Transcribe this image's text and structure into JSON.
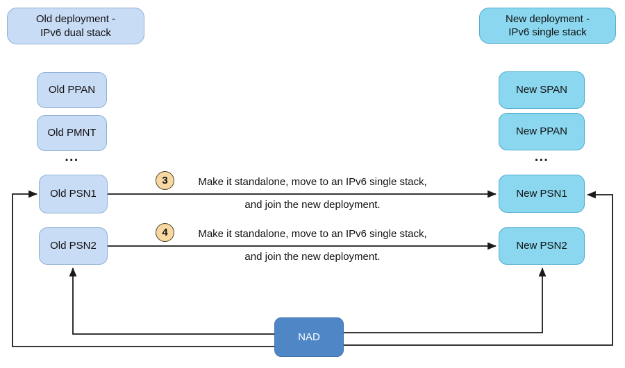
{
  "old_deployment": {
    "title_line1": "Old deployment -",
    "title_line2": "IPv6 dual stack",
    "ppan": "Old PPAN",
    "pmnt": "Old PMNT",
    "ellipsis": "...",
    "psn1": "Old PSN1",
    "psn2": "Old PSN2"
  },
  "new_deployment": {
    "title_line1": "New deployment -",
    "title_line2": "IPv6 single stack",
    "span": "New SPAN",
    "ppan": "New PPAN",
    "ellipsis": "...",
    "psn1": "New PSN1",
    "psn2": "New PSN2"
  },
  "steps": [
    {
      "number": "3",
      "text_line1": "Make it standalone, move to an IPv6 single stack,",
      "text_line2": "and join the new deployment."
    },
    {
      "number": "4",
      "text_line1": "Make it standalone, move to an IPv6 single stack,",
      "text_line2": "and join the new deployment."
    }
  ],
  "nad": {
    "label": "NAD"
  },
  "colors": {
    "old-fill": "#c9dcf6",
    "old-border": "#8fafd4",
    "new-fill": "#8ad7ef",
    "new-border": "#4fadd0",
    "nad-fill": "#4e86c6",
    "nad-border": "#4273ab",
    "step-fill": "#f7d8a3",
    "step-border": "#4d4223",
    "line": "#1a1a1a"
  }
}
